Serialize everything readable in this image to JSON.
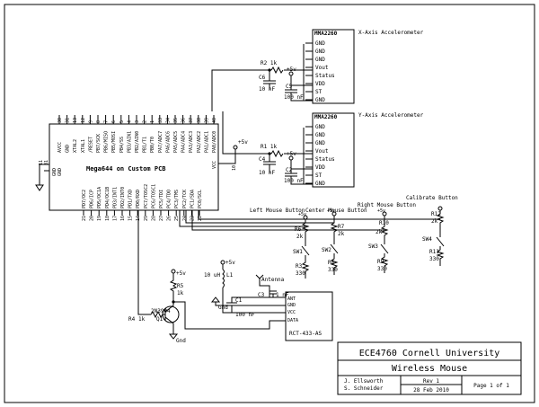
{
  "mcu": {
    "label": "Mega644 on Custom PCB",
    "top_pins": [
      "AVCC",
      "GND",
      "XTAL2",
      "XTAL1",
      "/RESET",
      "PB7/SCK",
      "PB6/MISO",
      "PB5/MOSI",
      "PB4/SS",
      "PB3/AIN1",
      "PB2/AIN0",
      "PB1/T1",
      "PB0/T0",
      "PA7/ADC7",
      "PA6/ADC6",
      "PA5/ADC5",
      "PA4/ADC4",
      "PA3/ADC3",
      "PA2/ADC2",
      "PA1/ADC1",
      "PA0/ADC0"
    ],
    "top_nums": [
      "30",
      "31",
      "13",
      "12",
      "9",
      "8",
      "7",
      "6",
      "5",
      "4",
      "3",
      "2",
      "1",
      "33",
      "34",
      "35",
      "36",
      "37",
      "38",
      "39",
      "40"
    ],
    "bottom_pins": [
      "PD7/OC2",
      "PD6/ICP",
      "PD5/OC1A",
      "PD4/OC1B",
      "PD3/INT1",
      "PD2/INT0",
      "PD1/TXD",
      "PD0/RXD",
      "PC7/TOSC2",
      "PC6/TOSC1",
      "PC5/TDI",
      "PC4/TDO",
      "PC3/TMS",
      "PC2/TCK",
      "PC1/SDA",
      "PC0/SCL"
    ],
    "bottom_nums": [
      "21",
      "20",
      "19",
      "18",
      "17",
      "16",
      "15",
      "14",
      "29",
      "28",
      "27",
      "26",
      "25",
      "24",
      "23",
      "22"
    ],
    "left_pins": [
      "GND",
      "GND"
    ],
    "left_nums": [
      "11",
      "31"
    ],
    "vcc_label": "VCC",
    "vcc_num": "10",
    "vcc_supply": "+5v"
  },
  "accel_x": {
    "part": "MMA2260",
    "title": "X-Axis Accelerometer",
    "pins": [
      "GND",
      "GND",
      "GND",
      "Vout",
      "Status",
      "VDD",
      "ST",
      "GND"
    ],
    "resistor": "R2 1k",
    "cap_out": "C6",
    "cap_out_value": "10 nF",
    "cap_vdd": "C5",
    "cap_vdd_value": "100 nF",
    "supply": "+5v"
  },
  "accel_y": {
    "part": "MMA2260",
    "title": "Y-Axis Accelerometer",
    "pins": [
      "GND",
      "GND",
      "GND",
      "Vout",
      "Status",
      "VDD",
      "ST",
      "GND"
    ],
    "resistor": "R1 1k",
    "cap_out": "C4",
    "cap_out_value": "10 nF",
    "cap_vdd": "C2",
    "cap_vdd_value": "100 nF",
    "supply": "+5v"
  },
  "buttons": {
    "left_title": "Left Mouse Button",
    "center_title": "Center Mouse Button",
    "right_title": "Right Mouse Button",
    "calibrate_title": "Calibrate Button",
    "left": {
      "pullup": "R6",
      "pullup_value": "2k",
      "switch": "SW1",
      "res": "R3",
      "res_value": "330"
    },
    "center": {
      "pullup": "R7",
      "pullup_value": "2k",
      "switch": "SW2",
      "res": "R8",
      "res_value": "330"
    },
    "right": {
      "pullup": "R10",
      "pullup_value": "2k",
      "switch": "SW3",
      "res": "R9",
      "res_value": "330"
    },
    "calibrate": {
      "pullup": "R12",
      "pullup_value": "2k",
      "switch": "SW4",
      "res": "R11",
      "res_value": "330"
    },
    "supply": "+5v"
  },
  "transistor": {
    "part": "2N3904",
    "ref": "Q1",
    "base_res": "R4",
    "base_res_value": "1k",
    "col_res": "R5",
    "col_res_value": "1k",
    "supply": "+5v",
    "gnd": "Gnd"
  },
  "radio": {
    "part": "RCT-433-AS",
    "pins": [
      "ANT",
      "GND",
      "VCC",
      "DATA"
    ],
    "antenna": "Antenna",
    "cap_ant": "C3",
    "cap_ant_value": "1 nF",
    "cap_vcc": "C1",
    "cap_vcc_value": "100 nF",
    "inductor": "L1",
    "inductor_value": "10 uH",
    "supply": "+5v",
    "gnd": "Gnd"
  },
  "title_block": {
    "org": "ECE4760 Cornell University",
    "title": "Wireless Mouse",
    "authors": [
      "J. Ellsworth",
      "S. Schneider"
    ],
    "rev": "Rev 1",
    "date": "28 Feb 2010",
    "page": "Page 1 of 1"
  }
}
